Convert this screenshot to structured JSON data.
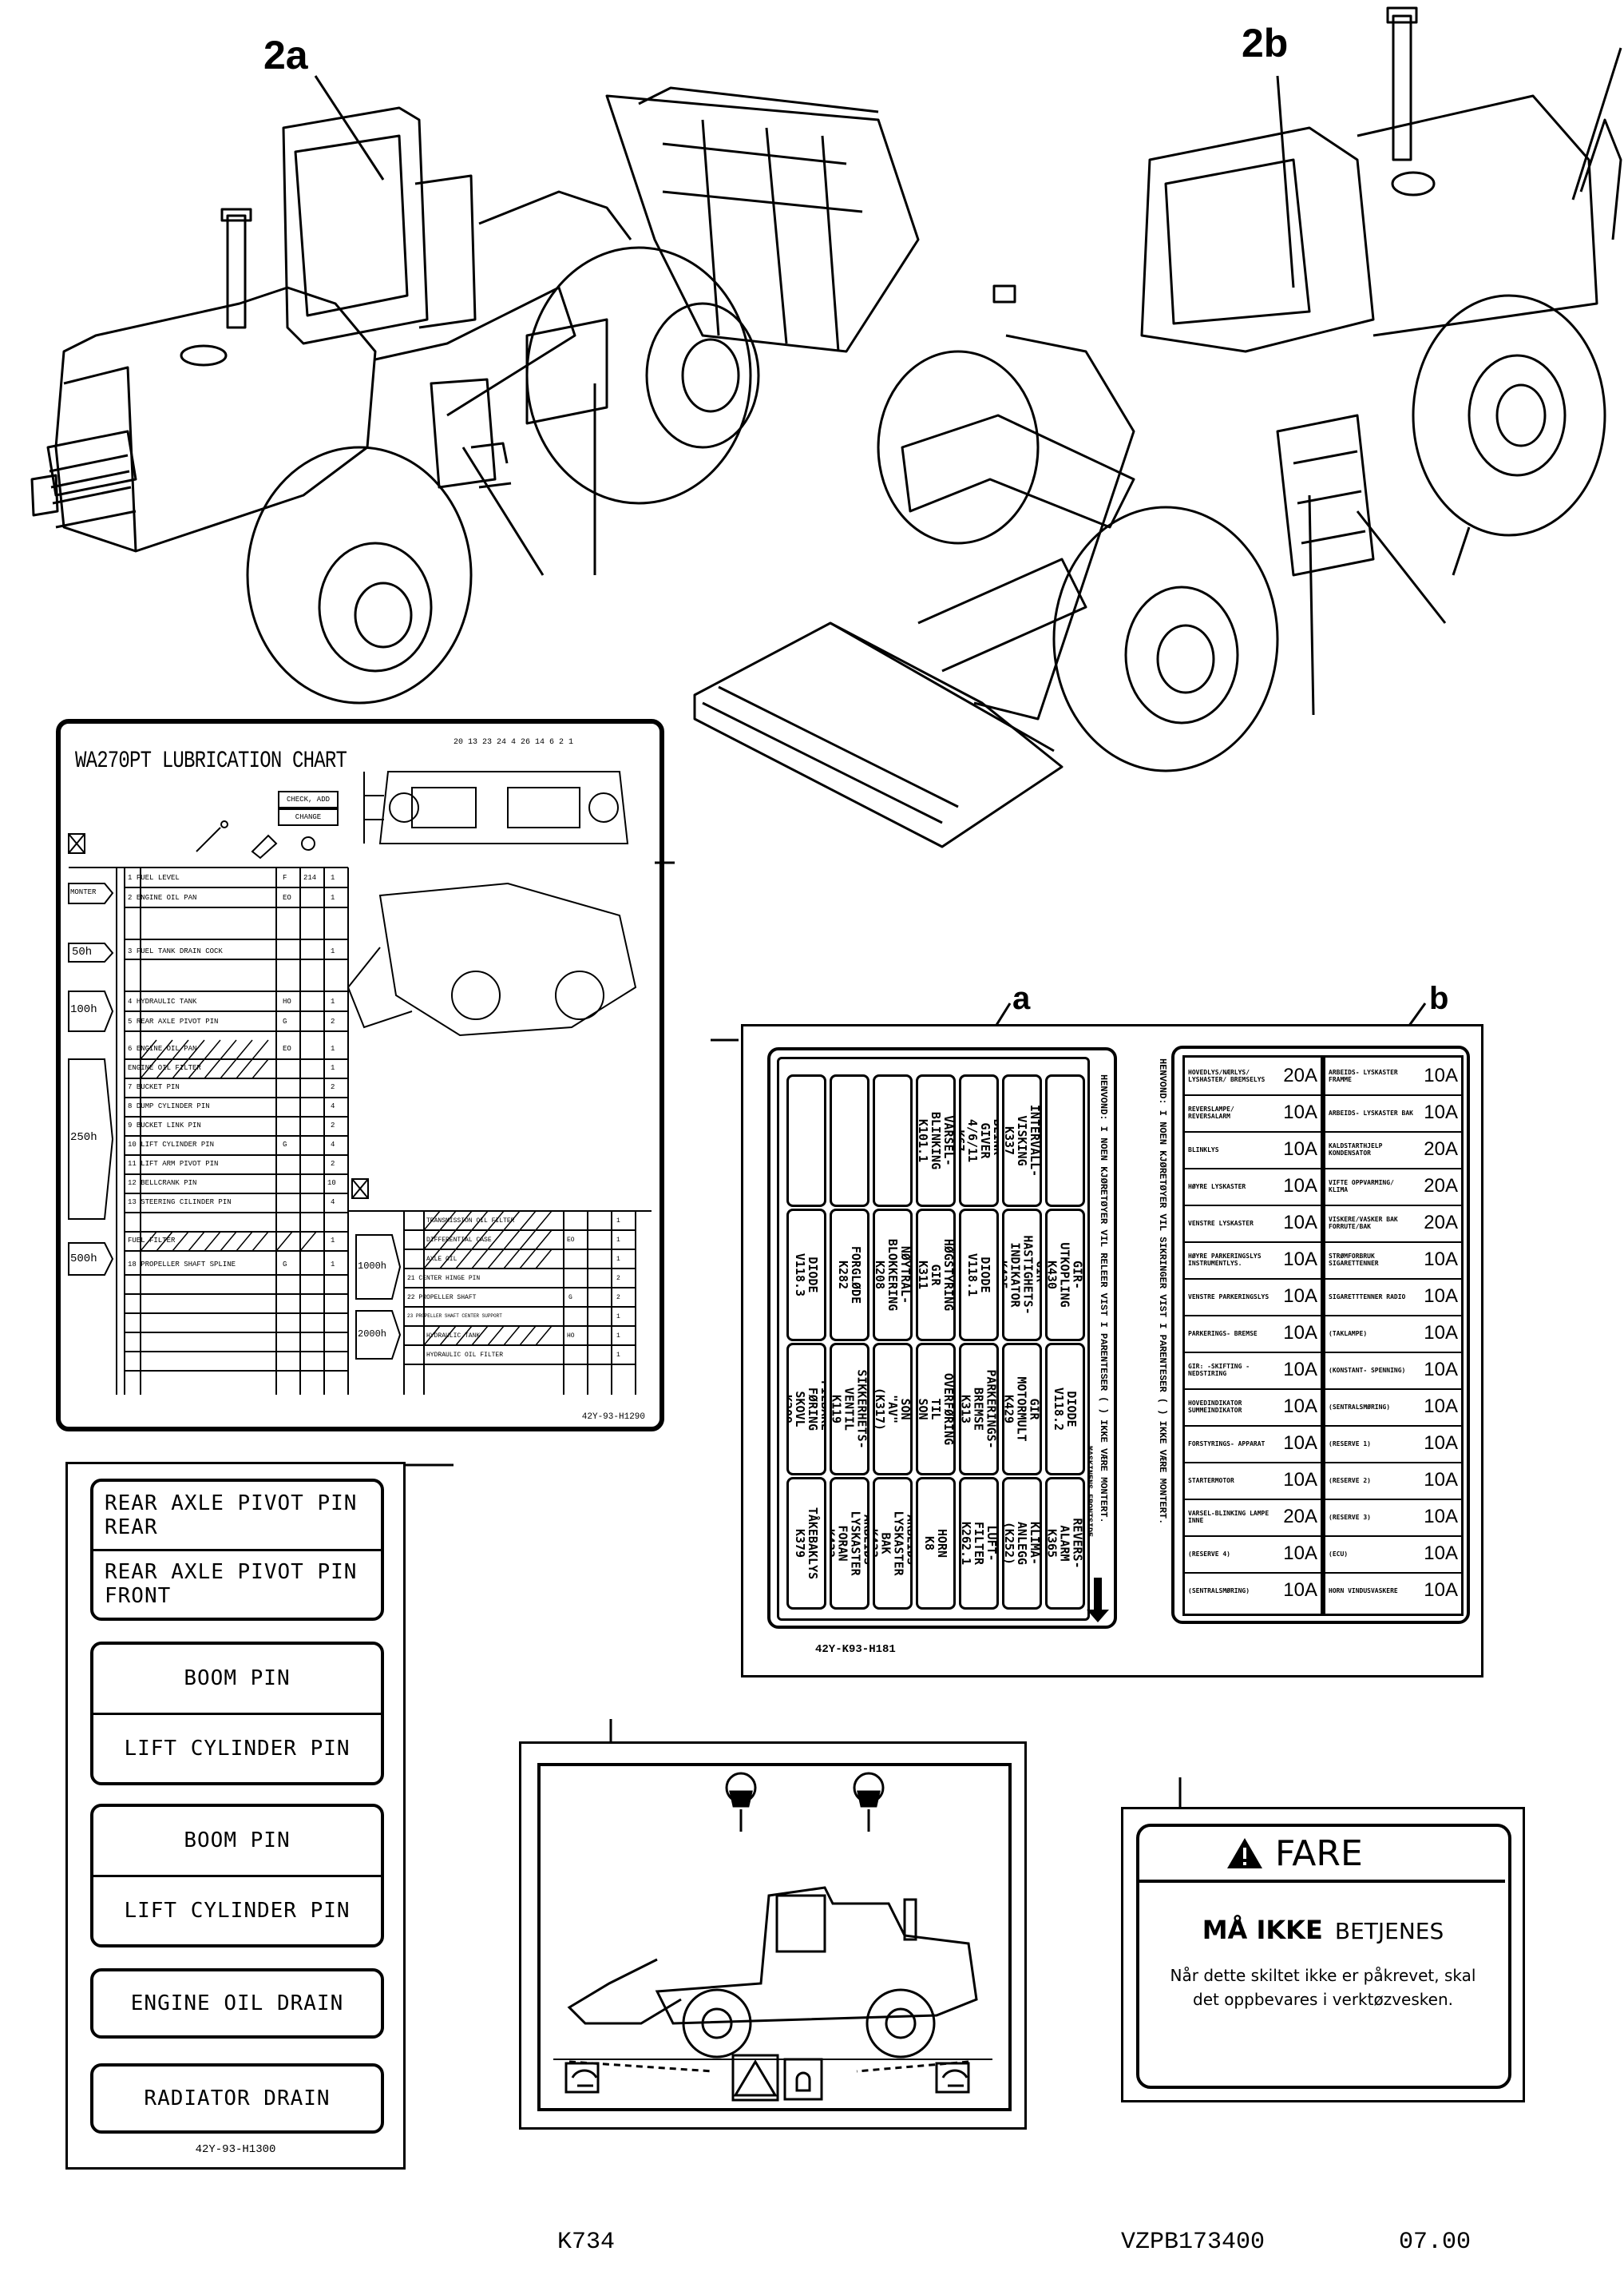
{
  "callouts": {
    "left_machine": "2a",
    "right_machine": "2b",
    "fuse_left": "a",
    "fuse_right": "b"
  },
  "lube_chart": {
    "title": "WA270PT LUBRICATION CHART",
    "legend": [
      "CHECK, ADD",
      "CHANGE"
    ],
    "top_numbers": "20 13 23 24 4 26 14 6 2 1",
    "intervals": [
      "MONTER",
      "50h",
      "100h",
      "250h",
      "500h"
    ],
    "rows": [
      {
        "no": "1",
        "name": "FUEL LEVEL",
        "oil": "F",
        "cap": "214",
        "qty": "1"
      },
      {
        "no": "2",
        "name": "ENGINE OIL PAN",
        "oil": "EO",
        "cap": "",
        "qty": "1"
      },
      {
        "no": "3",
        "name": "FUEL TANK DRAIN COCK",
        "oil": "",
        "cap": "",
        "qty": "1"
      },
      {
        "no": "4",
        "name": "HYDRAULIC TANK",
        "oil": "HO",
        "cap": "",
        "qty": "1"
      },
      {
        "no": "5",
        "name": "REAR AXLE PIVOT PIN",
        "oil": "G",
        "cap": "",
        "qty": "2"
      },
      {
        "no": "6",
        "name": "ENGINE OIL PAN",
        "oil": "EO",
        "cap": "",
        "qty": "1"
      },
      {
        "no": "",
        "name": "ENGINE OIL FILTER",
        "oil": "",
        "cap": "",
        "qty": "1"
      },
      {
        "no": "7",
        "name": "BUCKET PIN",
        "oil": "",
        "cap": "",
        "qty": "2"
      },
      {
        "no": "8",
        "name": "DUMP CYLINDER PIN",
        "oil": "",
        "cap": "",
        "qty": "4"
      },
      {
        "no": "9",
        "name": "BUCKET LINK PIN",
        "oil": "",
        "cap": "",
        "qty": "2"
      },
      {
        "no": "10",
        "name": "LIFT CYLINDER PIN",
        "oil": "G",
        "cap": "",
        "qty": "4"
      },
      {
        "no": "11",
        "name": "LIFT ARM PIVOT PIN",
        "oil": "",
        "cap": "",
        "qty": "2"
      },
      {
        "no": "12",
        "name": "BELLCRANK PIN",
        "oil": "",
        "cap": "",
        "qty": "10"
      },
      {
        "no": "13",
        "name": "STEERING CILINDER PIN",
        "oil": "",
        "cap": "",
        "qty": "4"
      },
      {
        "no": "",
        "name": "FUEL FILTER",
        "oil": "",
        "cap": "",
        "qty": "1"
      },
      {
        "no": "18",
        "name": "PROPELLER SHAFT SPLINE",
        "oil": "G",
        "cap": "",
        "qty": "1"
      }
    ],
    "right_intervals": [
      "1000h",
      "2000h"
    ],
    "right_rows": [
      {
        "no": "",
        "name": "TRANSMISSION OIL FILTER",
        "oil": "",
        "qty": "1"
      },
      {
        "no": "",
        "name": "DIFFERENTIAL CASE",
        "oil": "EO",
        "qty": "1"
      },
      {
        "no": "",
        "name": "AXLE OIL",
        "oil": "",
        "qty": "1"
      },
      {
        "no": "21",
        "name": "CENTER HINGE PIN",
        "oil": "",
        "qty": "2"
      },
      {
        "no": "22",
        "name": "PROPELLER SHAFT",
        "oil": "G",
        "qty": "2"
      },
      {
        "no": "23",
        "name": "PROPELLER SHAFT CENTER SUPPORT",
        "oil": "",
        "qty": "1"
      },
      {
        "no": "",
        "name": "HYDRAULIC TANK",
        "oil": "HO",
        "qty": "1"
      },
      {
        "no": "",
        "name": "HYDRAULIC OIL FILTER",
        "oil": "",
        "qty": "1"
      }
    ],
    "code": "42Y-93-H1290"
  },
  "pin_labels": {
    "groups": [
      [
        "REAR AXLE PIVOT PIN REAR",
        "REAR AXLE PIVOT PIN FRONT"
      ],
      [
        "BOOM PIN",
        "LIFT CYLINDER PIN"
      ],
      [
        "BOOM PIN",
        "LIFT CYLINDER PIN"
      ],
      [
        "ENGINE OIL DRAIN"
      ],
      [
        "RADIATOR DRAIN"
      ]
    ],
    "code": "42Y-93-H1300"
  },
  "fuse_panel": {
    "grid": [
      [
        "TÅKEBAKLYS K379",
        "FILBAKE- FØRING SKOVL K209",
        "DIODE V118.3",
        ""
      ],
      [
        "ARBEIDS- LYSKASTER FORAN K432",
        "SIKKERHETS- VENTIL K119",
        "FORGLØDE K282",
        ""
      ],
      [
        "ARBEIDS- LYSKASTER BAK K433",
        "SON \"AV\" (K317)",
        "NØYTRAL- BLOKKERING K208",
        ""
      ],
      [
        "HORN K8",
        "BRYTER OVERFØRING TIL SON (K314)",
        "HØGSTYRING GIR K311",
        "VARSEL- BLINKING K101.1"
      ],
      [
        "LUFT- FILTER K262.1",
        "PARKERINGS- BREMSE K313",
        "DIODE V118.1",
        "BLINK- GIVER 4/6/11 K67"
      ],
      [
        "KLIMA- ANLEGG (K252)",
        "GIR MOTORMULT K429",
        "GIR- HASTIGHETS- INDIKATOR K425",
        "INTERVALL- VISKING K337"
      ],
      [
        "REVERS- ALARM K365",
        "DIODE V118.2",
        "GIR- UTKOPLING K430",
        ""
      ]
    ],
    "note_center": "HENVOND: I NOEN KJØRETØYER VIL RELEER VIST I PARENTESER ( ) IKKE VÆRE MONTERT.",
    "front_label": "MASKINENS FRONTSIDE",
    "code": "42Y-K93-H181",
    "note_right": "HENVOND: I NOEN KJØRETØYER VIL SIKRINGER VIST I PARENTESER ( ) IKKE VÆRE MONTERT.",
    "col1": [
      {
        "name": "HOVEDLYS/NÆRLYS/ LYSHASTER/ BREMSELYS",
        "amp": "20A"
      },
      {
        "name": "REVERSLAMPE/ REVERSALARM",
        "amp": "10A"
      },
      {
        "name": "BLINKLYS",
        "amp": "10A"
      },
      {
        "name": "HØYRE LYSKASTER",
        "amp": "10A"
      },
      {
        "name": "VENSTRE LYSKASTER",
        "amp": "10A"
      },
      {
        "name": "HØYRE PARKERINGSLYS INSTRUMENTLYS.",
        "amp": "10A"
      },
      {
        "name": "VENSTRE PARKERINGSLYS",
        "amp": "10A"
      },
      {
        "name": "PARKERINGS- BREMSE",
        "amp": "10A"
      },
      {
        "name": "GIR: -SKIFTING -NEDSTIRING",
        "amp": "10A"
      },
      {
        "name": "HOVEDINDIKATOR SUMMEINDIKATOR",
        "amp": "10A"
      },
      {
        "name": "FORSTYRINGS- APPARAT",
        "amp": "10A"
      },
      {
        "name": "STARTERMOTOR",
        "amp": "10A"
      },
      {
        "name": "VARSEL-BLINKING LAMPE INNE",
        "amp": "20A"
      },
      {
        "name": "(RESERVE 4)",
        "amp": "10A"
      },
      {
        "name": "(SENTRALSMØRING)",
        "amp": "10A"
      }
    ],
    "col2": [
      {
        "name": "ARBEIDS- LYSKASTER FRAMME",
        "amp": "10A"
      },
      {
        "name": "ARBEIDS- LYSKASTER BAK",
        "amp": "10A"
      },
      {
        "name": "KALDSTARTHJELP KONDENSATOR",
        "amp": "20A"
      },
      {
        "name": "VIFTE OPPVARMING/ KLIMA",
        "amp": "20A"
      },
      {
        "name": "VISKERE/VASKER BAK FORRUTE/BAK",
        "amp": "20A"
      },
      {
        "name": "STRØMFORBRUK SIGARETTENNER",
        "amp": "10A"
      },
      {
        "name": "SIGARETTTENNER RADIO",
        "amp": "10A"
      },
      {
        "name": "(TAKLAMPE)",
        "amp": "10A"
      },
      {
        "name": "(KONSTANT- SPENNING)",
        "amp": "10A"
      },
      {
        "name": "(SENTRALSMØRING)",
        "amp": "10A"
      },
      {
        "name": "(RESERVE 1)",
        "amp": "10A"
      },
      {
        "name": "(RESERVE 2)",
        "amp": "10A"
      },
      {
        "name": "(RESERVE 3)",
        "amp": "10A"
      },
      {
        "name": "(ECU)",
        "amp": "10A"
      },
      {
        "name": "HORN VINDUSVASKERE",
        "amp": "10A"
      }
    ]
  },
  "danger_label": {
    "title": "FARE",
    "subtitle_bold": "MÅ IKKE",
    "subtitle_rest": "BETJENES",
    "note_line1": "Når dette skiltet ikke er påkrevet, skal",
    "note_line2": "det oppbevares i verktøzvesken."
  },
  "footer": {
    "left": "K734",
    "part": "VZPB173400",
    "date": "07.00"
  }
}
